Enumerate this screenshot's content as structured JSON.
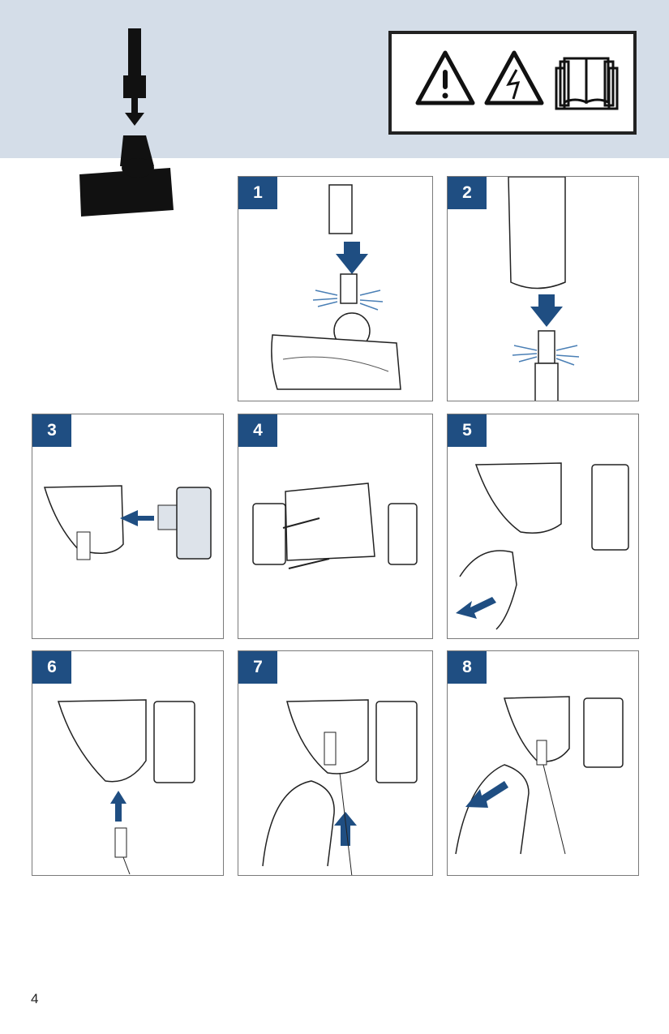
{
  "page_number": "4",
  "warning_symbols": [
    "warning-triangle-icon",
    "electric-shock-icon",
    "read-manual-icon"
  ],
  "steps": [
    {
      "number": "1"
    },
    {
      "number": "2"
    },
    {
      "number": "3"
    },
    {
      "number": "4"
    },
    {
      "number": "5"
    },
    {
      "number": "6"
    },
    {
      "number": "7"
    },
    {
      "number": "8"
    }
  ],
  "colors": {
    "accent": "#1f4e82",
    "band": "#d4dde8",
    "spark": "#4a7fb5"
  }
}
